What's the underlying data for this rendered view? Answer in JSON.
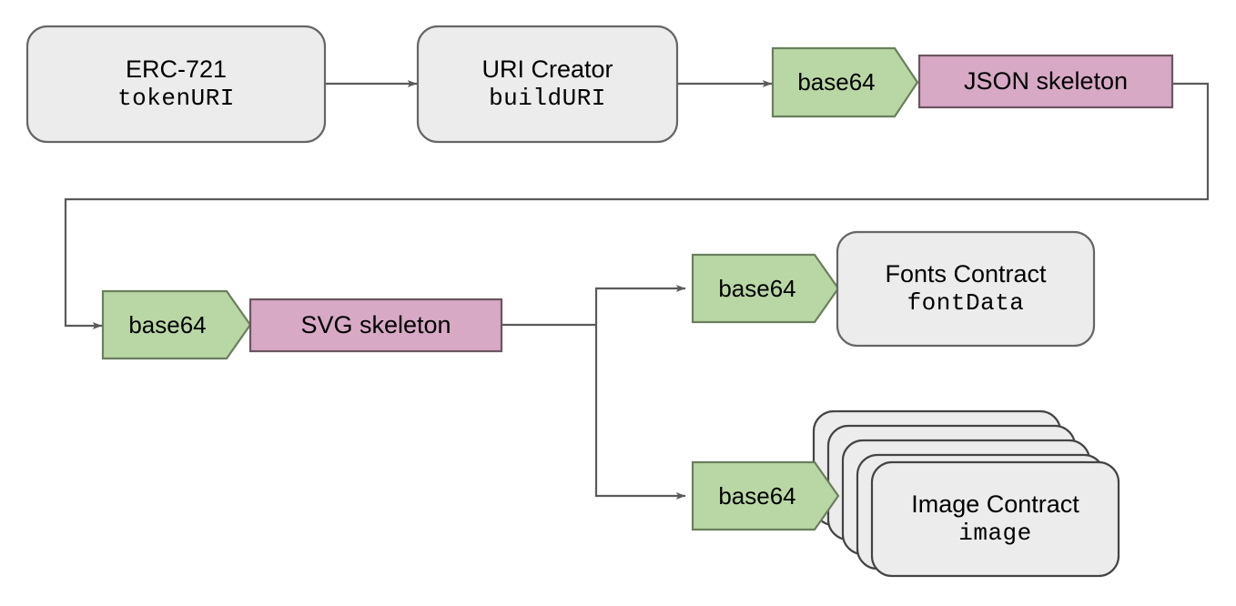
{
  "diagram": {
    "type": "flowchart",
    "title": "",
    "colors": {
      "box_fill": "#ececec",
      "box_stroke": "#666666",
      "green_fill": "#b9d7a4",
      "green_stroke": "#6a7f5c",
      "pink_fill": "#d7a9c5",
      "pink_stroke": "#6b5560",
      "connector": "#5a5a5a",
      "text": "#000000",
      "background": "#ffffff"
    },
    "nodes": {
      "erc721": {
        "shape": "rounded-rect",
        "title": "ERC-721",
        "subtitle": "tokenURI"
      },
      "uri_creator": {
        "shape": "rounded-rect",
        "title": "URI Creator",
        "subtitle": "buildURI"
      },
      "base64_json": {
        "shape": "pentagon-arrow",
        "label": "base64"
      },
      "json_skeleton": {
        "shape": "rect",
        "label": "JSON skeleton"
      },
      "base64_svg": {
        "shape": "pentagon-arrow",
        "label": "base64"
      },
      "svg_skeleton": {
        "shape": "rect",
        "label": "SVG skeleton"
      },
      "base64_fonts": {
        "shape": "pentagon-arrow",
        "label": "base64"
      },
      "fonts_contract": {
        "shape": "rounded-rect",
        "title": "Fonts Contract",
        "subtitle": "fontData"
      },
      "base64_image": {
        "shape": "pentagon-arrow",
        "label": "base64"
      },
      "image_contract": {
        "shape": "stacked-rounded-rect",
        "stack_count": 5,
        "title": "Image Contract",
        "subtitle": "image"
      }
    },
    "edges": [
      {
        "from": "erc721",
        "to": "uri_creator",
        "style": "straight-arrow"
      },
      {
        "from": "uri_creator",
        "to": "base64_json",
        "style": "straight-arrow"
      },
      {
        "from": "base64_json",
        "to": "json_skeleton",
        "style": "adjacent"
      },
      {
        "from": "json_skeleton",
        "to": "base64_svg",
        "style": "orthogonal-wrap-arrow"
      },
      {
        "from": "base64_svg",
        "to": "svg_skeleton",
        "style": "adjacent"
      },
      {
        "from": "svg_skeleton",
        "to": "base64_fonts",
        "style": "orthogonal-branch-arrow"
      },
      {
        "from": "base64_fonts",
        "to": "fonts_contract",
        "style": "adjacent"
      },
      {
        "from": "svg_skeleton",
        "to": "base64_image",
        "style": "orthogonal-branch-arrow"
      },
      {
        "from": "base64_image",
        "to": "image_contract",
        "style": "adjacent"
      }
    ]
  }
}
